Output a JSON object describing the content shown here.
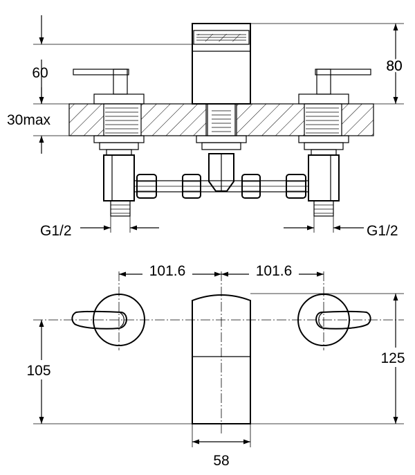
{
  "front_view": {
    "dim_height_above_deck": "80",
    "dim_lever_height": "60",
    "dim_deck_thickness": "30max",
    "dim_thread_left": "G1/2",
    "dim_thread_right": "G1/2"
  },
  "plan_view": {
    "dim_spacing_left": "101.6",
    "dim_spacing_right": "101.6",
    "dim_lever_projection": "105",
    "dim_spout_projection": "125",
    "dim_spout_width": "58"
  }
}
